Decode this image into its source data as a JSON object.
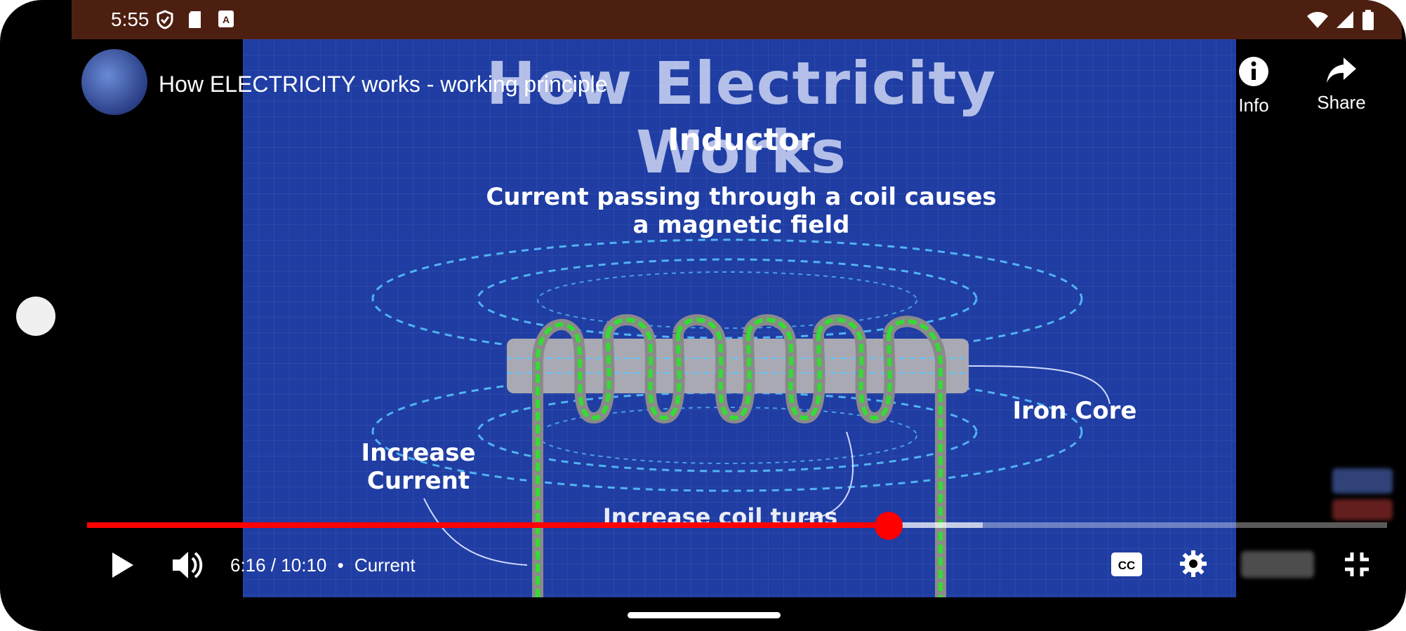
{
  "status_bar": {
    "time": "5:55",
    "left_icons": [
      "shield-icon",
      "sd-card-icon",
      "notification-icon"
    ],
    "right_icons": [
      "wifi-icon",
      "signal-icon",
      "battery-icon"
    ],
    "background_color": "#4d1f10"
  },
  "player": {
    "video_title": "How ELECTRICITY works - working principle",
    "channel_avatar": "channel-avatar",
    "actions": [
      {
        "label": "Info",
        "icon": "info-icon"
      },
      {
        "label": "Share",
        "icon": "share-icon"
      }
    ],
    "controls": {
      "timecode": "6:16 / 10:10",
      "separator": "•",
      "chapter": "Current",
      "play_icon": "play-icon",
      "volume_icon": "volume-icon",
      "captions_icon": "closed-captions-icon",
      "settings_icon": "settings-gear-icon",
      "fullscreen_exit_icon": "fullscreen-exit-icon"
    },
    "progress": {
      "current_seconds": 376,
      "duration_seconds": 610,
      "played_color": "#ff0000"
    }
  },
  "video_frame": {
    "heading": "How Electricity Works",
    "subtitle": "Inductor",
    "caption_line1": "Current passing through a coil causes",
    "caption_line2": "a magnetic field",
    "label_iron_core": "Iron Core",
    "label_increase_current_1": "Increase",
    "label_increase_current_2": "Current",
    "label_increase_coil": "Increase coil turns",
    "background_color": "#1f3da3",
    "coil_color": "#33dd33"
  }
}
